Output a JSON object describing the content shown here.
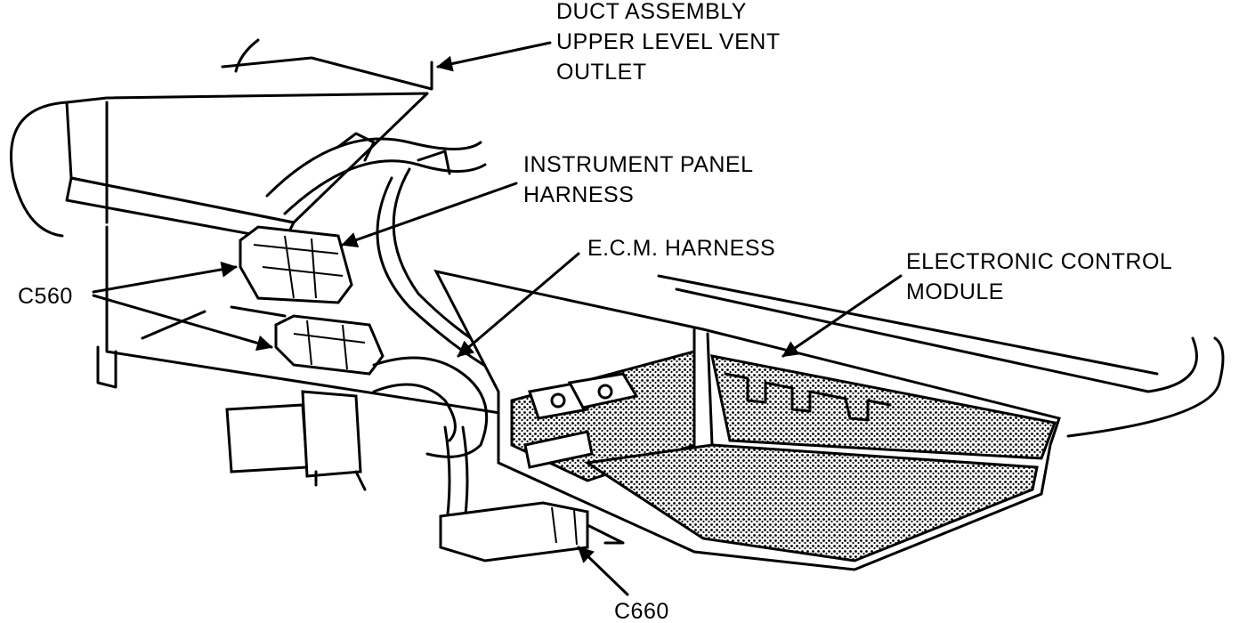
{
  "labels": {
    "duct": [
      "DUCT ASSEMBLY",
      "UPPER LEVEL VENT",
      "OUTLET"
    ],
    "ip_harness": [
      "INSTRUMENT PANEL",
      "HARNESS"
    ],
    "ecm_harness": "E.C.M. HARNESS",
    "ecm": [
      "ELECTRONIC CONTROL",
      "MODULE"
    ],
    "c560": "C560",
    "c660": "C660"
  }
}
